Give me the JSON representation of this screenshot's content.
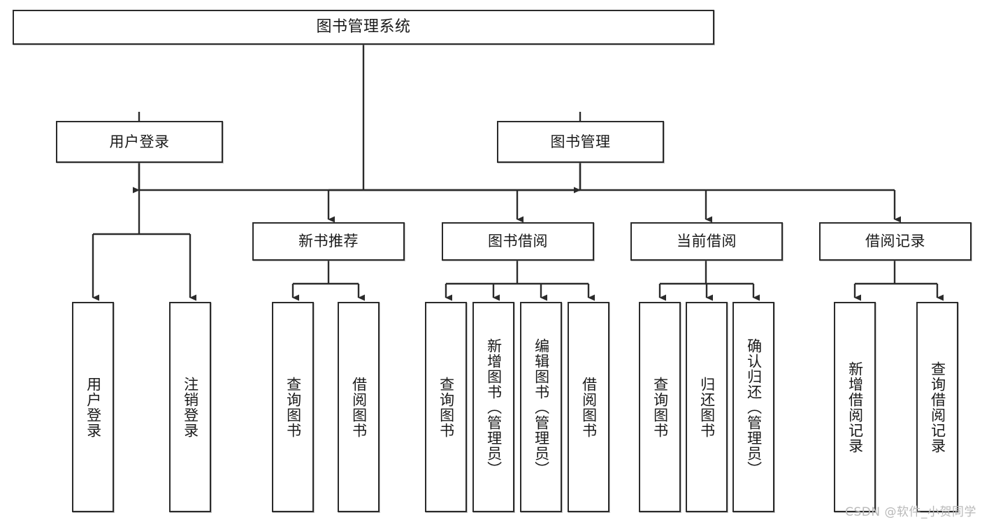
{
  "diagram": {
    "title": "图书管理系统",
    "type": "functional-structure-tree",
    "watermark": "CSDN @软件_小贺同学",
    "colors": {
      "stroke": "#2b2b2b",
      "fill": "#ffffff",
      "text": "#1a1a1a",
      "watermark": "#b9b9b9"
    },
    "levels": {
      "root": "图书管理系统",
      "level2": [
        "用户登录",
        "图书管理"
      ],
      "level3": [
        "新书推荐",
        "图书借阅",
        "当前借阅",
        "借阅记录"
      ]
    },
    "nodes": {
      "root": {
        "label": "图书管理系统"
      },
      "user_login": {
        "label": "用户登录"
      },
      "book_manage": {
        "label": "图书管理"
      },
      "new_book_rec": {
        "label": "新书推荐"
      },
      "book_borrow": {
        "label": "图书借阅"
      },
      "current_borrow": {
        "label": "当前借阅"
      },
      "borrow_record": {
        "label": "借阅记录"
      },
      "leaf_user_login": {
        "label": "用户登录"
      },
      "leaf_logout": {
        "label": "注销登录"
      },
      "leaf_query_book_1": {
        "label": "查询图书"
      },
      "leaf_borrow_book_1": {
        "label": "借阅图书"
      },
      "leaf_query_book_2": {
        "label": "查询图书"
      },
      "leaf_add_book": {
        "label": "新增图书（管理员）"
      },
      "leaf_edit_book": {
        "label": "编辑图书（管理员）"
      },
      "leaf_borrow_book_2": {
        "label": "借阅图书"
      },
      "leaf_query_book_3": {
        "label": "查询图书"
      },
      "leaf_return_book": {
        "label": "归还图书"
      },
      "leaf_confirm_return": {
        "label": "确认归还（管理员）"
      },
      "leaf_add_record": {
        "label": "新增借阅记录"
      },
      "leaf_query_record": {
        "label": "查询借阅记录"
      }
    },
    "edges": [
      {
        "from": "root",
        "to": "user_login"
      },
      {
        "from": "root",
        "to": "book_manage"
      },
      {
        "from": "user_login",
        "to": "leaf_user_login"
      },
      {
        "from": "user_login",
        "to": "leaf_logout"
      },
      {
        "from": "book_manage",
        "to": "new_book_rec"
      },
      {
        "from": "book_manage",
        "to": "book_borrow"
      },
      {
        "from": "book_manage",
        "to": "current_borrow"
      },
      {
        "from": "book_manage",
        "to": "borrow_record"
      },
      {
        "from": "new_book_rec",
        "to": "leaf_query_book_1"
      },
      {
        "from": "new_book_rec",
        "to": "leaf_borrow_book_1"
      },
      {
        "from": "book_borrow",
        "to": "leaf_query_book_2"
      },
      {
        "from": "book_borrow",
        "to": "leaf_add_book"
      },
      {
        "from": "book_borrow",
        "to": "leaf_edit_book"
      },
      {
        "from": "book_borrow",
        "to": "leaf_borrow_book_2"
      },
      {
        "from": "current_borrow",
        "to": "leaf_query_book_3"
      },
      {
        "from": "current_borrow",
        "to": "leaf_return_book"
      },
      {
        "from": "current_borrow",
        "to": "leaf_confirm_return"
      },
      {
        "from": "borrow_record",
        "to": "leaf_add_record"
      },
      {
        "from": "borrow_record",
        "to": "leaf_query_record"
      }
    ]
  }
}
